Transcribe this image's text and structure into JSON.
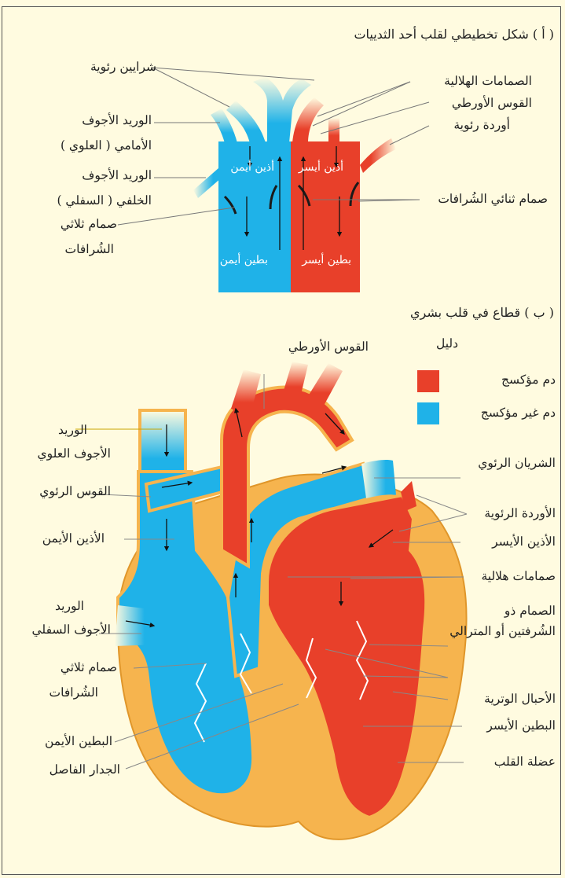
{
  "a": {
    "title": "( أ ) شكل تخطيطي لقلب أحد الثدييات",
    "pulmonary_arteries": "شرايين رئوية",
    "semilunar_valves": "الصمامات الهلالية",
    "aortic_arch": "القوس الأورطي",
    "pulmonary_veins": "أوردة رئوية",
    "anterior_vena_cava_1": "الوريد الأجوف",
    "anterior_vena_cava_2": "الأمامي ( العلوي )",
    "posterior_vena_cava_1": "الوريد الأجوف",
    "posterior_vena_cava_2": "الخلفي ( السفلي )",
    "tricuspid_1": "صمام ثلاثي",
    "tricuspid_2": "الشُرافات",
    "bicuspid": "صمام ثنائي الشُرافات",
    "right_atrium": "أذين أيمن",
    "left_atrium": "أذين أيسر",
    "right_ventricle": "بطين أيمن",
    "left_ventricle": "بطين أيسر"
  },
  "b": {
    "title": "( ب ) قطاع في قلب بشري",
    "key_title": "دليل",
    "key_oxygenated": "دم مؤكسج",
    "key_deoxygenated": "دم غير مؤكسج",
    "aortic_arch": "القوس الأورطي",
    "svc_1": "الوريد",
    "svc_2": "الأجوف العلوي",
    "pulmonary_artery": "الشريان الرئوي",
    "pulmonary_arch": "القوس الرئوي",
    "pulmonary_veins": "الأوردة الرئوية",
    "right_atrium": "الأذين الأيمن",
    "left_atrium": "الأذين الأيسر",
    "semilunar_valves": "صمامات هلالية",
    "ivc_1": "الوريد",
    "ivc_2": "الأجوف السفلي",
    "mitral_1": "الصمام ذو",
    "mitral_2": "الشُرفتين أو المترالي",
    "tricuspid_1": "صمام ثلاثي",
    "tricuspid_2": "الشُرافات",
    "chordae": "الأحبال الوترية",
    "left_ventricle": "البطين الأيسر",
    "right_ventricle": "البطين الأيمن",
    "heart_muscle": "عضلة القلب",
    "septum": "الجدار الفاصل"
  },
  "colors": {
    "oxygenated": "#e8402a",
    "deoxygenated": "#1fb2e8",
    "muscle": "#f6b44e",
    "background": "#fffbe0"
  }
}
